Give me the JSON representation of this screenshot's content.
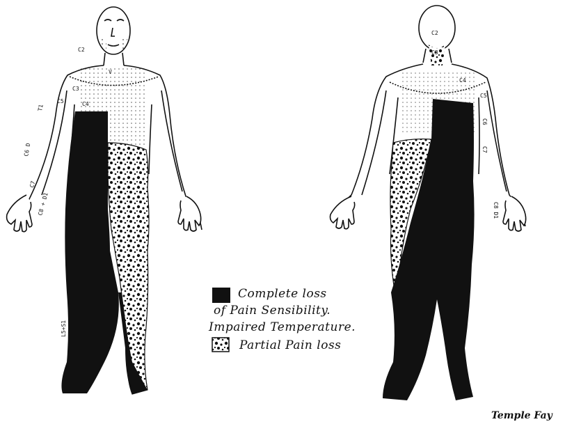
{
  "legend": {
    "complete_line1": "Complete loss",
    "complete_line2": "of Pain Sensibility.",
    "complete_line3": "Impaired Temperature.",
    "partial": "Partial Pain loss"
  },
  "signature": "Temple Fay",
  "front_labels": {
    "c2": "C2",
    "v": "V",
    "c3": "C3",
    "c4": "C4",
    "c5": "C5",
    "t1": "T1",
    "c6d": "C6 D",
    "c7": "C7",
    "c8d1": "C8 + D1",
    "l5s1": "L5+S1"
  },
  "back_labels": {
    "c2": "C2",
    "c3": "C3",
    "c4": "C4",
    "c5": "C5",
    "c6": "C6",
    "c7": "C7",
    "c8d1": "C8 D1"
  },
  "colors": {
    "ink": "#111111",
    "paper": "#ffffff"
  }
}
